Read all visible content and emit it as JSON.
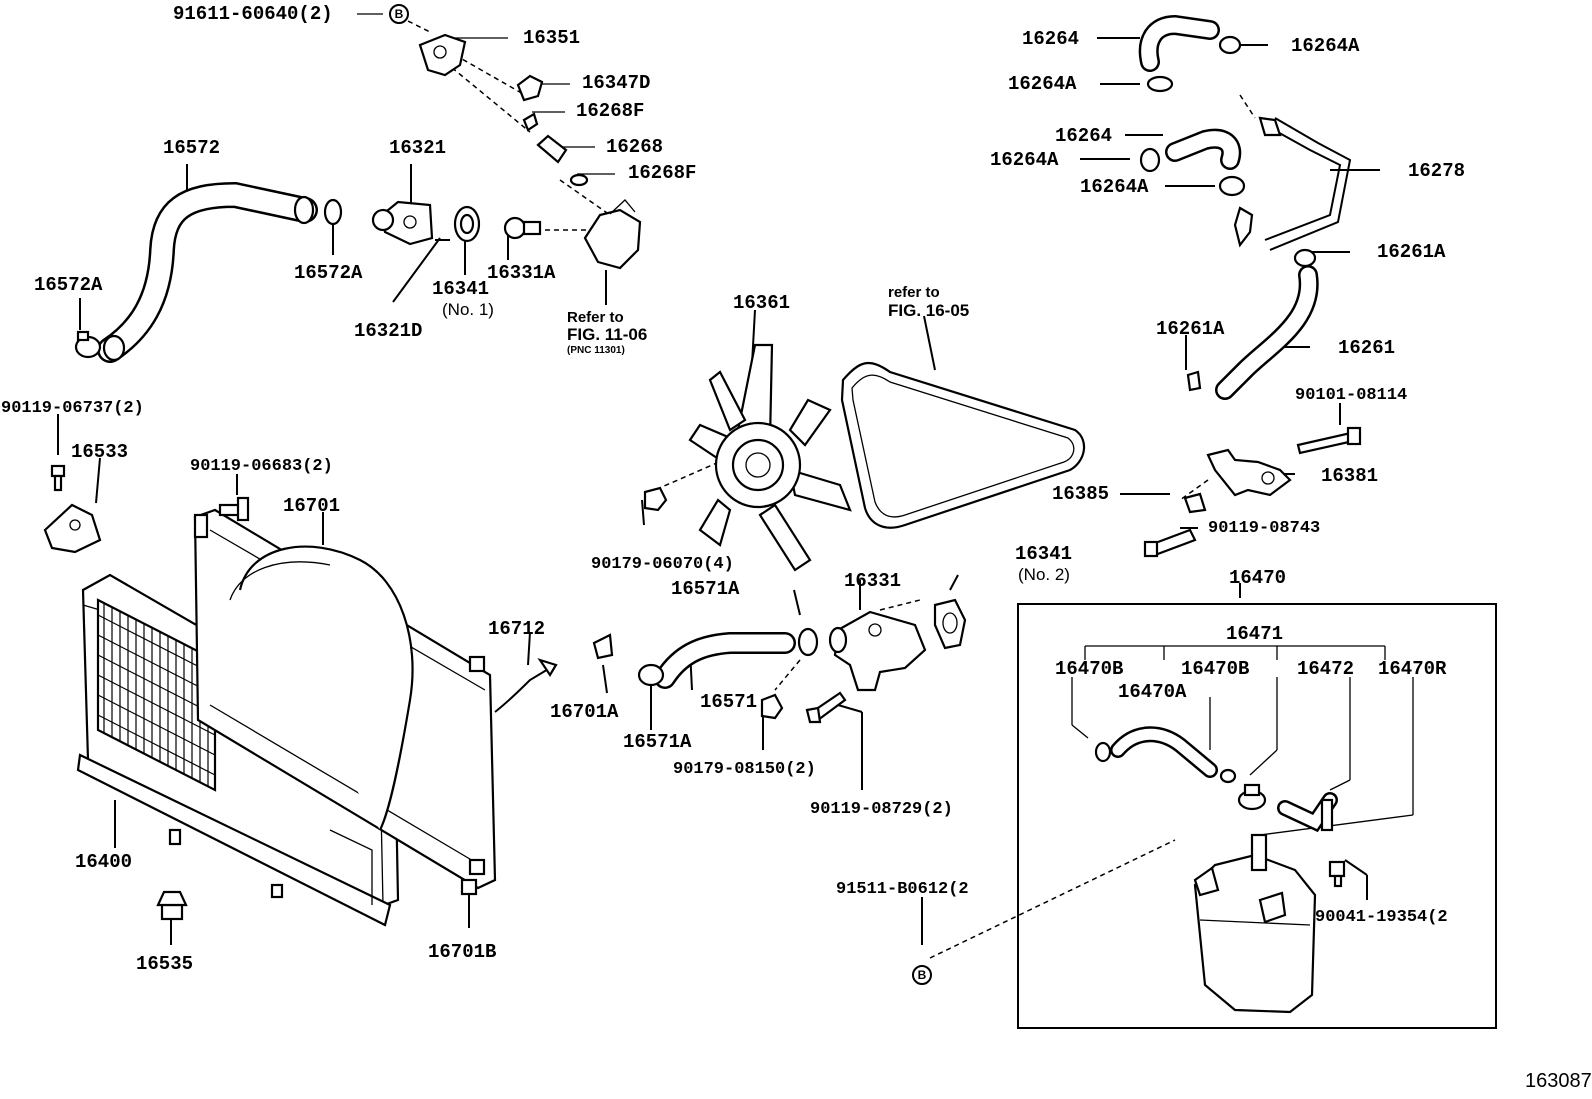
{
  "diagram": {
    "document_id": "163087",
    "circle_ref": "B",
    "part_labels": {
      "p91611": "91611-60640(2)",
      "p16351": "16351",
      "p16347D": "16347D",
      "p16268F_a": "16268F",
      "p16268": "16268",
      "p16268F_b": "16268F",
      "p16572": "16572",
      "p16321": "16321",
      "p16572A_top": "16572A",
      "p16572A_left": "16572A",
      "p16341_no1": "16341",
      "p16331A": "16331A",
      "p16321D": "16321D",
      "p90119_06737": "90119-06737(2)",
      "p16533": "16533",
      "p90119_06683": "90119-06683(2)",
      "p16701": "16701",
      "p16361": "16361",
      "p16264_a": "16264",
      "p16264A_a": "16264A",
      "p16264A_b": "16264A",
      "p16264_b": "16264",
      "p16264A_c": "16264A",
      "p16264A_d": "16264A",
      "p16278": "16278",
      "p16261A_a": "16261A",
      "p16261A_b": "16261A",
      "p16261": "16261",
      "p90101_08114": "90101-08114",
      "p16381": "16381",
      "p16385": "16385",
      "p90119_08743": "90119-08743",
      "p90179_06070": "90179-06070(4)",
      "p16341_no2": "16341",
      "p16331": "16331",
      "p16571A_a": "16571A",
      "p16470": "16470",
      "p16712": "16712",
      "p16471": "16471",
      "p16470B_a": "16470B",
      "p16470B_b": "16470B",
      "p16472": "16472",
      "p16470R": "16470R",
      "p16470A": "16470A",
      "p16701A": "16701A",
      "p16571": "16571",
      "p16571A_b": "16571A",
      "p90179_08150": "90179-08150(2)",
      "p90119_08729": "90119-08729(2)",
      "p16400": "16400",
      "p91511": "91511-B0612(2",
      "p90041": "90041-19354(2",
      "p16701B": "16701B",
      "p16535": "16535"
    },
    "sub_labels": {
      "no1": "(No. 1)",
      "no2": "(No. 2)"
    },
    "notes": {
      "refer_1106_a": "Refer to",
      "refer_1106_b": "FIG. 11-06",
      "refer_1106_c": "(PNC 11301)",
      "refer_1605_a": "refer to",
      "refer_1605_b": "FIG. 16-05"
    }
  }
}
